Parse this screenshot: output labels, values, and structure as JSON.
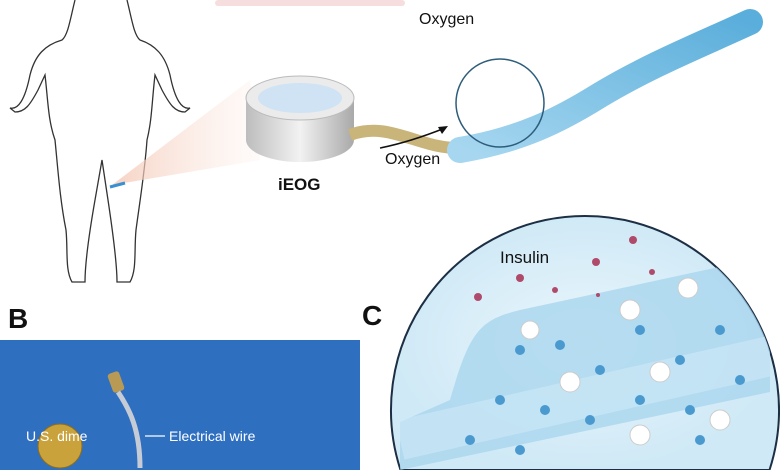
{
  "panel_a": {
    "oxygen_top": "Oxygen",
    "device_label": "iEOG",
    "oxygen_flow": "Oxygen"
  },
  "panel_b": {
    "letter": "B",
    "dime_label": "U.S. dime",
    "wire_label": "Electrical wire"
  },
  "panel_c": {
    "letter": "C",
    "insulin_label": "Insulin"
  },
  "colors": {
    "tube_blue": "#7ec3e6",
    "photo_blue": "#2f6fc0",
    "device_gray": "#d9d9d9"
  }
}
